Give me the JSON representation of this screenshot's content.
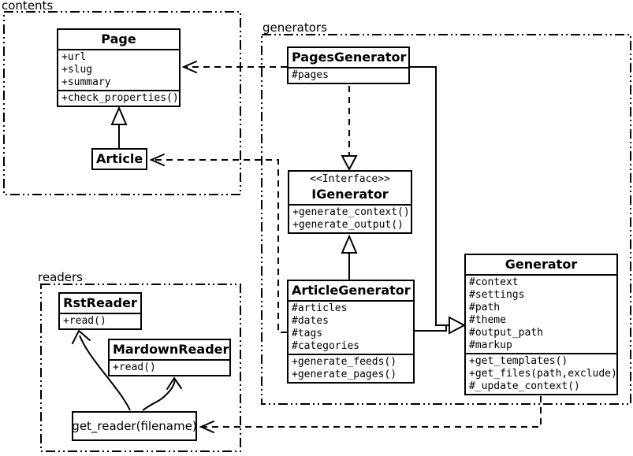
{
  "diagram": {
    "packages": {
      "contents": "contents",
      "generators": "generators",
      "readers": "readers"
    },
    "classes": {
      "page": {
        "name": "Page",
        "attributes": [
          "+url",
          "+slug",
          "+summary"
        ],
        "methods": [
          "+check_properties()"
        ]
      },
      "article": {
        "name": "Article"
      },
      "pages_generator": {
        "name": "PagesGenerator",
        "attributes": [
          "#pages"
        ]
      },
      "igenerator": {
        "stereotype": "<<Interface>>",
        "name": "IGenerator",
        "methods": [
          "+generate_context()",
          "+generate_output()"
        ]
      },
      "article_generator": {
        "name": "ArticleGenerator",
        "attributes": [
          "#articles",
          "#dates",
          "#tags",
          "#categories"
        ],
        "methods": [
          "+generate_feeds()",
          "+generate_pages()"
        ]
      },
      "generator": {
        "name": "Generator",
        "attributes": [
          "#context",
          "#settings",
          "#path",
          "#theme",
          "#output_path",
          "#markup"
        ],
        "methods": [
          "+get_templates()",
          "+get_files(path,exclude)",
          "#_update_context()"
        ]
      },
      "rst_reader": {
        "name": "RstReader",
        "methods": [
          "+read()"
        ]
      },
      "mardown_reader": {
        "name": "MardownReader",
        "methods": [
          "+read()"
        ]
      },
      "get_reader": {
        "name": "get_reader(filename)"
      }
    },
    "colors": {
      "line": "#000000",
      "background": "#ffffff",
      "box_fill": "#ffffff"
    }
  }
}
